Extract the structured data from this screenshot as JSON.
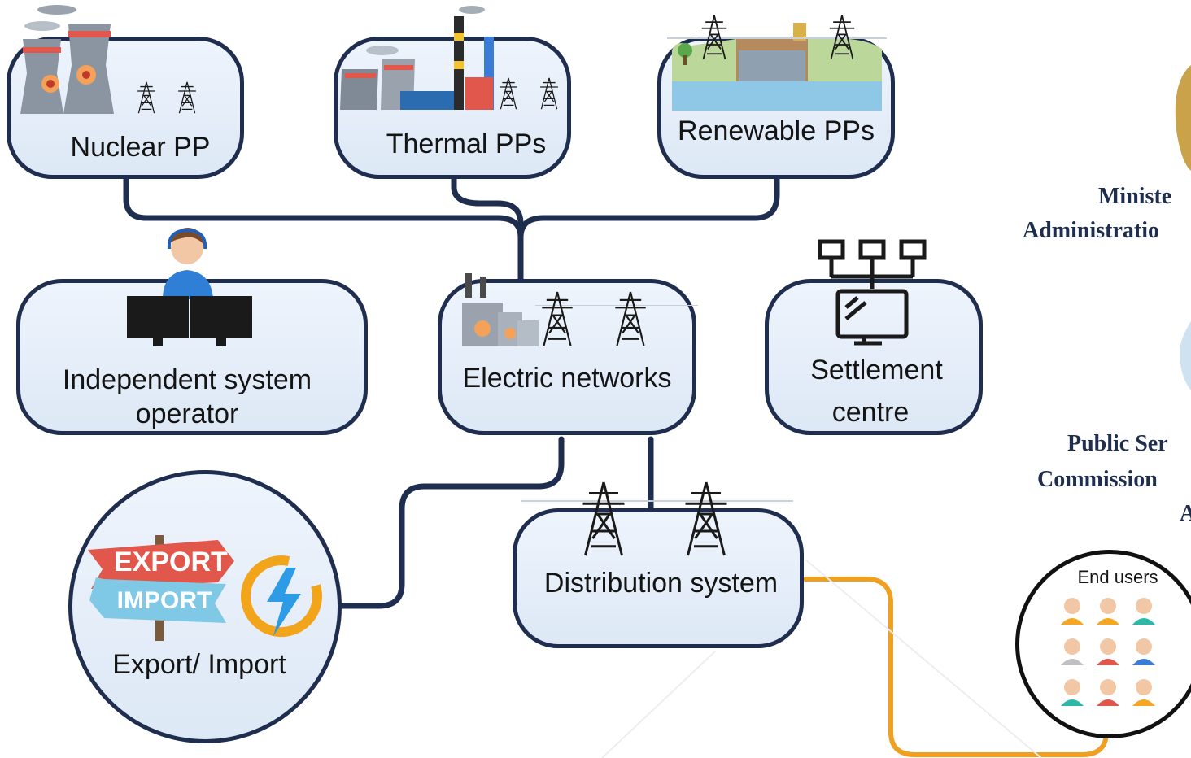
{
  "nodes": {
    "nuclear": "Nuclear PP",
    "thermal": "Thermal PPs",
    "renewable": "Renewable PPs",
    "operator_line1": "Independent system",
    "operator_line2": "operator",
    "networks": "Electric networks",
    "settlement_line1": "Settlement",
    "settlement_line2": "centre",
    "distribution": "Distribution system",
    "export_import": "Export/ Import",
    "end_users": "End users"
  },
  "signs": {
    "export": "EXPORT",
    "import": "IMPORT"
  },
  "right_labels": {
    "ministry_line1": "Ministe",
    "ministry_line2": "Administratio",
    "psc_line1": "Public Ser",
    "psc_line2": "Commission",
    "psc_line3": "A"
  },
  "colors": {
    "outline": "#1f2d4e",
    "connector": "#1f2d4e",
    "enduser_link": "#f0a020",
    "box_fill": "#e6eef9"
  },
  "icons": [
    "nuclear-plant-icon",
    "thermal-plant-icon",
    "hydro-plant-icon",
    "pylon-icon",
    "operator-icon",
    "monitor-icon",
    "transformer-icon",
    "network-icon",
    "export-import-sign-icon",
    "lightning-icon",
    "user-avatar-icon",
    "emblem-icon"
  ]
}
